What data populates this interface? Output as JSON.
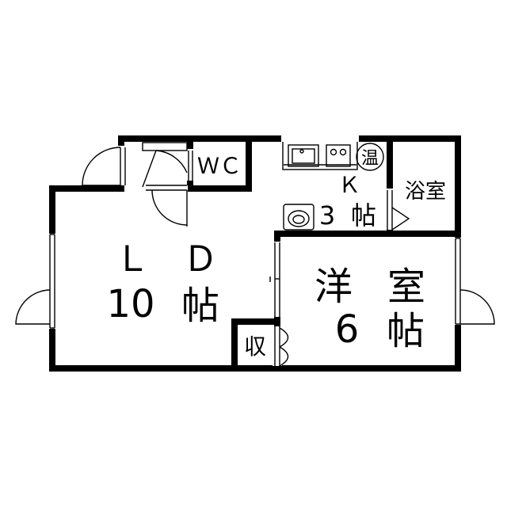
{
  "rooms": {
    "ld": {
      "letter_l": "Ｌ",
      "letter_d": "Ｄ",
      "size": "10",
      "unit": "帖"
    },
    "kitchen": {
      "letter": "Ｋ",
      "size": "3",
      "unit": "帖",
      "heater": "温"
    },
    "western": {
      "name_1": "洋",
      "name_2": "室",
      "size": "6",
      "unit": "帖"
    },
    "wc": {
      "label": "ＷＣ"
    },
    "bath": {
      "label": "浴室"
    },
    "storage": {
      "label": "収"
    }
  }
}
